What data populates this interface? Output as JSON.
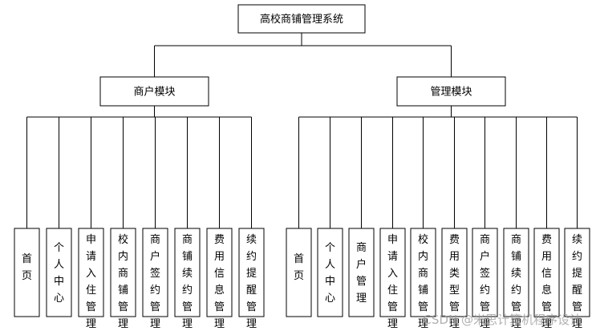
{
  "root": {
    "label": "高校商铺管理系统"
  },
  "groups": [
    {
      "label": "商户模块",
      "items": [
        "首页",
        "个人中心",
        "申请入住管理",
        "校内商铺管理",
        "商户签约管理",
        "商铺续约管理",
        "费用信息管理",
        "续约提醒管理"
      ]
    },
    {
      "label": "管理模块",
      "items": [
        "首页",
        "个人中心",
        "商户管理",
        "申请入住管理",
        "校内商铺管理",
        "费用类型管理",
        "商户签约管理",
        "商铺续约管理",
        "费用信息管理",
        "续约提醒管理"
      ]
    }
  ],
  "watermark": "CSDN @米思计算机程序设计"
}
